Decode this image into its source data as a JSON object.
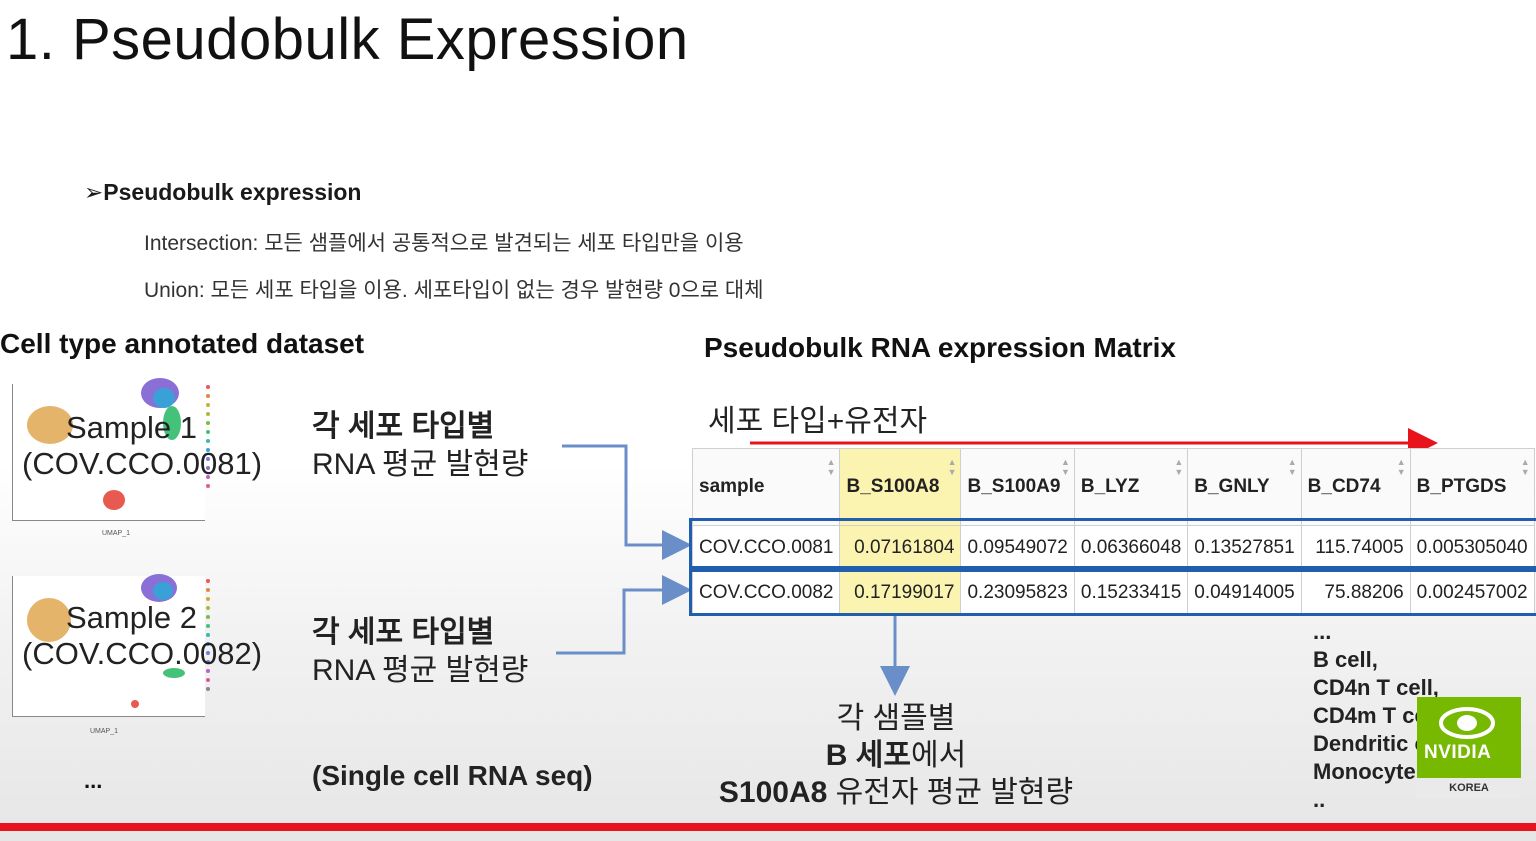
{
  "title": "1. Pseudobulk Expression",
  "bullet": {
    "arrow": "➢",
    "heading": "Pseudobulk expression",
    "intersection": "Intersection: 모든 샘플에서 공통적으로 발견되는 세포 타입만을 이용",
    "union": "Union: 모든 세포 타입을 이용. 세포타입이 없는 경우 발현량 0으로 대체"
  },
  "left": {
    "heading": "Cell type annotated dataset",
    "samples": [
      {
        "name": "Sample 1",
        "id": "(COV.CCO.0081)",
        "kor_line1": "각 세포 타입별",
        "kor_line2": "RNA 평균 발현량"
      },
      {
        "name": "Sample 2",
        "id": "(COV.CCO.0082)",
        "kor_line1": "각 세포 타입별",
        "kor_line2": "RNA 평균 발현량"
      }
    ],
    "umap_axis": "UMAP_1",
    "ellipsis": "...",
    "method": "(Single cell RNA seq)"
  },
  "right": {
    "heading": "Pseudobulk RNA expression Matrix",
    "arrow_label": "세포 타입+유전자",
    "columns": [
      "sample",
      "B_S100A8",
      "B_S100A9",
      "B_LYZ",
      "B_GNLY",
      "B_CD74",
      "B_PTGDS"
    ],
    "rows": [
      [
        "COV.CCO.0081",
        "0.07161804",
        "0.09549072",
        "0.06366048",
        "0.13527851",
        "115.74005",
        "0.005305040"
      ],
      [
        "COV.CCO.0082",
        "0.17199017",
        "0.23095823",
        "0.15233415",
        "0.04914005",
        "75.88206",
        "0.002457002"
      ]
    ],
    "highlight_col": 1,
    "summary": {
      "line1": "각 샘플별",
      "line2_bold": "B 세포",
      "line2_rest": "에서",
      "line3_bold": "S100A8",
      "line3_rest": " 유전자 평균 발현량"
    },
    "celltypes": [
      "...",
      "B cell,",
      "CD4n T cell,",
      "CD4m T cell,",
      "Dendritic cell,",
      "Monocyte,",
      ".."
    ]
  },
  "logo": {
    "brand": "NVIDIA",
    "region": "KOREA",
    "color": "#76b900"
  },
  "colors": {
    "accent_red": "#e8141c",
    "box_blue": "#1f5fae",
    "highlight_yellow": "#fbf3b0",
    "arrow_blue": "#6a8fc8"
  }
}
